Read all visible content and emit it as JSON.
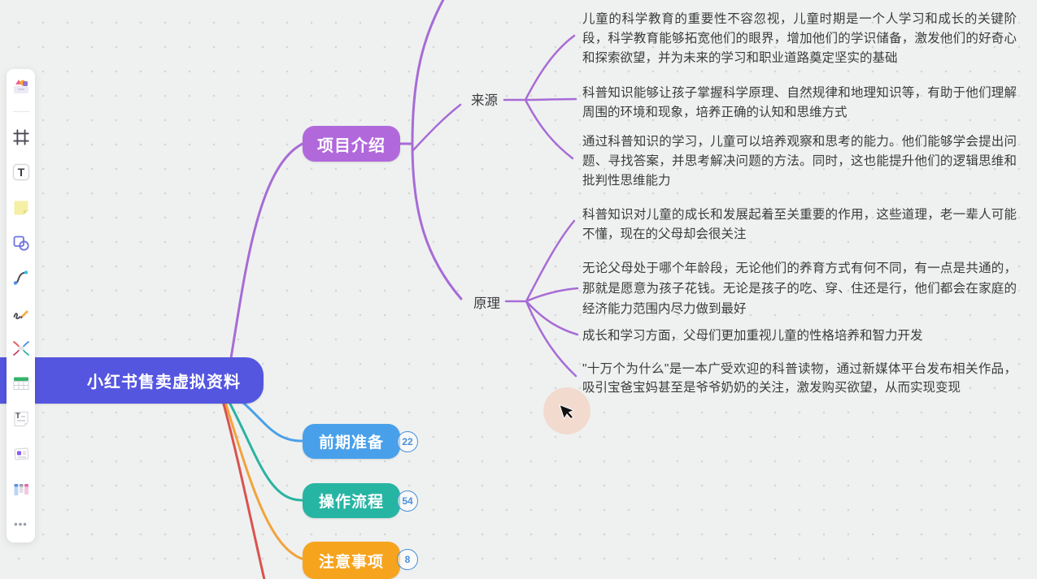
{
  "colors": {
    "canvas_bg": "#EFF1F0",
    "root_node": "#5456E0",
    "branch_purple": "#A76CD6",
    "node_intro": "#B168DB",
    "node_prep": "#49A0EA",
    "node_process": "#27B5A3",
    "node_notes": "#F6A41E",
    "edge_blue": "#4BA0E8",
    "edge_teal": "#2BB3A0",
    "edge_orange": "#F2A33C",
    "edge_red": "#D9534F",
    "badge_blue": "#4A90D9",
    "text_dark": "#3B3B3B"
  },
  "toolbar": {
    "icons": [
      "templates",
      "frame",
      "text",
      "sticky-note",
      "shapes",
      "connector",
      "pen",
      "mindmap",
      "table",
      "text-document",
      "card",
      "kanban",
      "more"
    ],
    "text_glyph": "T",
    "doc_glyph": "T",
    "more_glyph": "•••"
  },
  "nodes": {
    "root": "小红书售卖虚拟资料",
    "intro": "项目介绍",
    "source": "来源",
    "principle": "原理",
    "prep": "前期准备",
    "process": "操作流程",
    "notes": "注意事项"
  },
  "badges": {
    "prep": "22",
    "process": "54",
    "notes": "8"
  },
  "source_children": [
    "儿童的科学教育的重要性不容忽视，儿童时期是一个人学习和成长的关键阶段，科学教育能够拓宽他们的眼界，增加他们的学识储备，激发他们的好奇心和探索欲望，并为未来的学习和职业道路奠定坚实的基础",
    "科普知识能够让孩子掌握科学原理、自然规律和地理知识等，有助于他们理解周围的环境和现象，培养正确的认知和思维方式",
    "通过科普知识的学习，儿童可以培养观察和思考的能力。他们能够学会提出问题、寻找答案，并思考解决问题的方法。同时，这也能提升他们的逻辑思维和批判性思维能力"
  ],
  "principle_children": [
    "科普知识对儿童的成长和发展起着至关重要的作用，这些道理，老一辈人可能不懂，现在的父母却会很关注",
    "无论父母处于哪个年龄段，无论他们的养育方式有何不同，有一点是共通的，那就是愿意为孩子花钱。无论是孩子的吃、穿、住还是行，他们都会在家庭的经济能力范围内尽力做到最好",
    "成长和学习方面，父母们更加重视儿童的性格培养和智力开发",
    "\"十万个为什么\"是一本广受欢迎的科普读物，通过新媒体平台发布相关作品，吸引宝爸宝妈甚至是爷爷奶奶的关注，激发购买欲望，从而实现变现"
  ]
}
